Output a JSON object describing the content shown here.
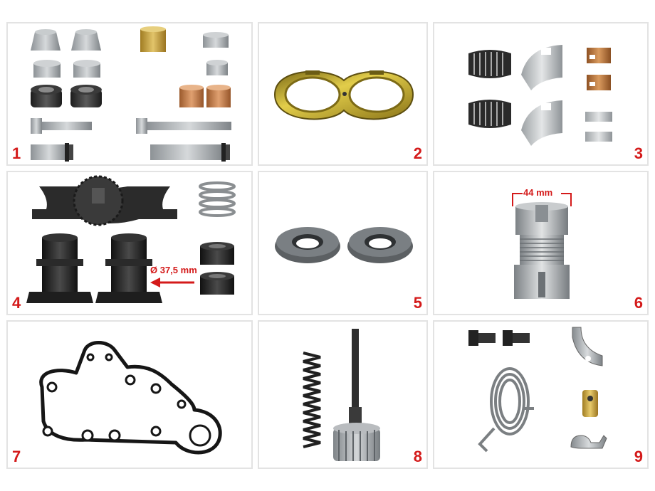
{
  "panels": [
    {
      "number": "1"
    },
    {
      "number": "2"
    },
    {
      "number": "3"
    },
    {
      "number": "4",
      "annotation": "Ø 37,5 mm"
    },
    {
      "number": "5"
    },
    {
      "number": "6",
      "annotation": "44 mm"
    },
    {
      "number": "7"
    },
    {
      "number": "8"
    },
    {
      "number": "9"
    }
  ],
  "colors": {
    "accent": "#d41a1a",
    "border": "#e3e3e3",
    "steel": "#a9adb0",
    "black_part": "#222222",
    "brass": "#c9a23a",
    "copper": "#c07a44"
  }
}
